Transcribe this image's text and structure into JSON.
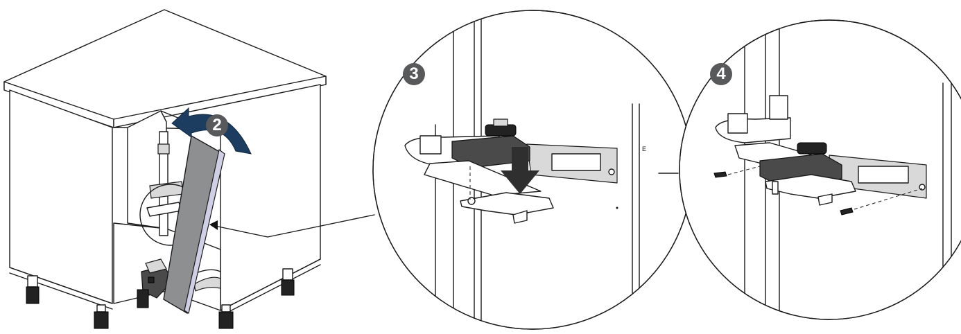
{
  "steps": [
    {
      "number": "2"
    },
    {
      "number": "3"
    },
    {
      "number": "4"
    }
  ],
  "colors": {
    "arrow_navy": "#1c3d5f",
    "badge_grey": "#58595b",
    "press_arrow": "#2f2f2f",
    "door_panel": "#8e8f91"
  }
}
